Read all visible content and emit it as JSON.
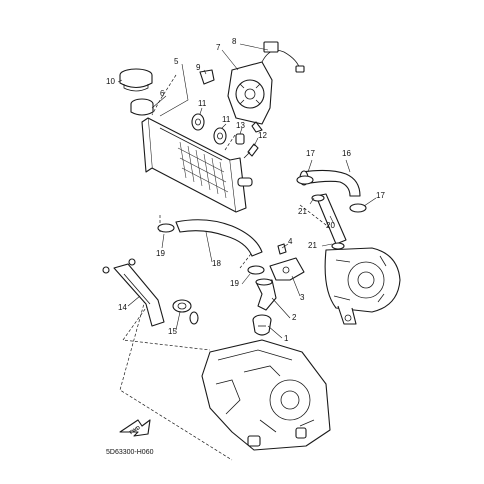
{
  "diagram": {
    "drawing_code": "5D63300-H060",
    "direction_badge": "FWD",
    "callouts": [
      {
        "id": "c1",
        "label": "1"
      },
      {
        "id": "c2",
        "label": "2"
      },
      {
        "id": "c3",
        "label": "3"
      },
      {
        "id": "c4",
        "label": "4"
      },
      {
        "id": "c5",
        "label": "5"
      },
      {
        "id": "c6",
        "label": "6"
      },
      {
        "id": "c7",
        "label": "7"
      },
      {
        "id": "c8",
        "label": "8"
      },
      {
        "id": "c9",
        "label": "9"
      },
      {
        "id": "c10",
        "label": "10"
      },
      {
        "id": "c11a",
        "label": "11"
      },
      {
        "id": "c11b",
        "label": "11"
      },
      {
        "id": "c12",
        "label": "12"
      },
      {
        "id": "c13",
        "label": "13"
      },
      {
        "id": "c14",
        "label": "14"
      },
      {
        "id": "c15",
        "label": "15"
      },
      {
        "id": "c16",
        "label": "16"
      },
      {
        "id": "c17a",
        "label": "17"
      },
      {
        "id": "c17b",
        "label": "17"
      },
      {
        "id": "c18",
        "label": "18"
      },
      {
        "id": "c19a",
        "label": "19"
      },
      {
        "id": "c19b",
        "label": "19"
      },
      {
        "id": "c20",
        "label": "20"
      },
      {
        "id": "c21a",
        "label": "21"
      },
      {
        "id": "c21b",
        "label": "21"
      }
    ]
  }
}
